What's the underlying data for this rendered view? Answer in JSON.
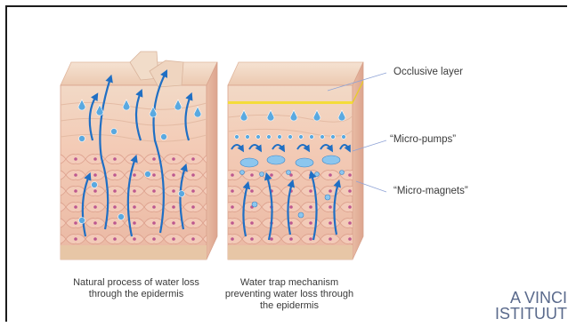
{
  "labels": {
    "occlusive": "Occlusive layer",
    "micro_pumps": "“Micro-pumps”",
    "micro_magnets": "“Micro-magnets”"
  },
  "captions": {
    "left": [
      "Natural process of water loss",
      "through the epidermis"
    ],
    "right": [
      "Water trap mechanism",
      "preventing water loss through",
      "the epidermis"
    ]
  },
  "logo": {
    "line1": "A VINCI",
    "line2": "ISTITUUT"
  },
  "colors": {
    "arrow": "#1f6fc4",
    "droplet": "#5aa9e0",
    "skin_top": "#f0d3bd",
    "cell": "#f3c9b8",
    "cell_border": "#d69a88",
    "occlusive": "#f4dc3a",
    "accent": "#5a6a8c"
  }
}
